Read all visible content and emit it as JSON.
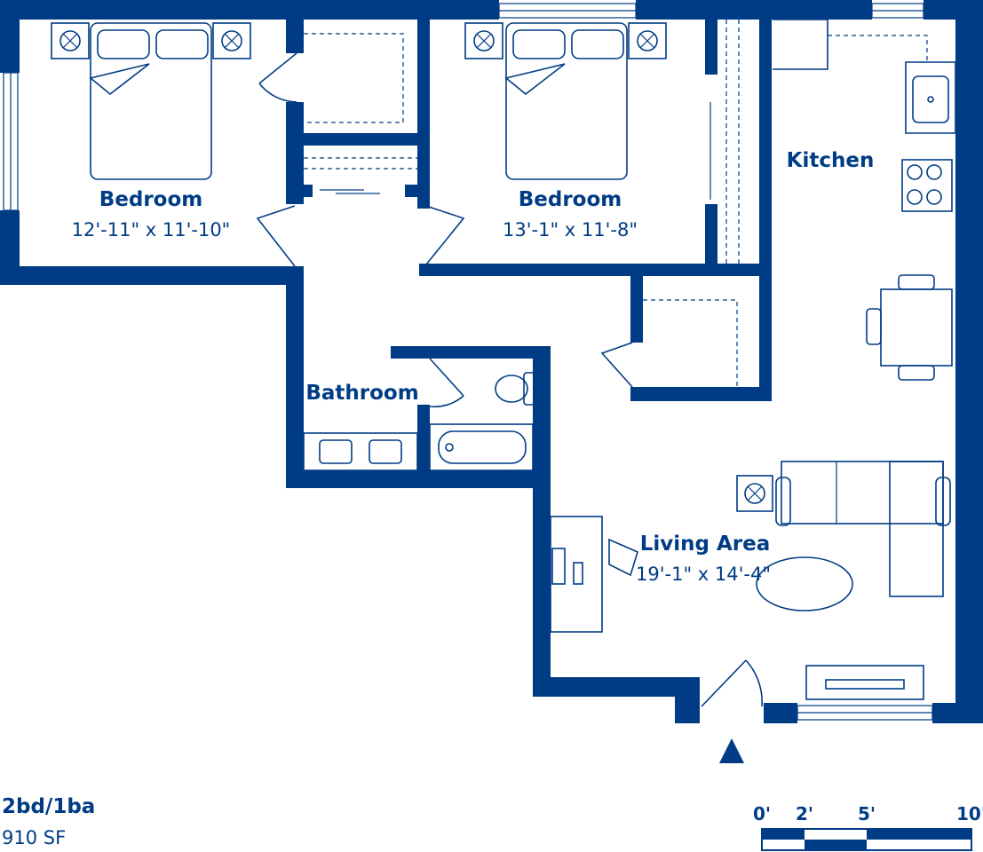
{
  "colors": {
    "wall": "#003c85",
    "background": "#ffffff"
  },
  "rooms": [
    {
      "id": "bedroom-1",
      "name": "Bedroom",
      "dimensions": "12'-11\" x 11'-10\""
    },
    {
      "id": "bedroom-2",
      "name": "Bedroom",
      "dimensions": "13'-1\" x 11'-8\""
    },
    {
      "id": "kitchen",
      "name": "Kitchen",
      "dimensions": ""
    },
    {
      "id": "bathroom",
      "name": "Bathroom",
      "dimensions": ""
    },
    {
      "id": "living-area",
      "name": "Living Area",
      "dimensions": "19'-1\" x 14'-4\""
    }
  ],
  "unit": {
    "type": "2bd/1ba",
    "area": "910 SF"
  },
  "scale": {
    "labels": [
      "0'",
      "2'",
      "5'",
      "10'"
    ]
  },
  "icons": [
    "bed-icon",
    "nightstand-lamp-icon",
    "toilet-icon",
    "bathtub-icon",
    "sink-icon",
    "stove-icon",
    "sofa-icon",
    "dining-table-icon",
    "desk-icon",
    "entry-arrow-icon"
  ]
}
